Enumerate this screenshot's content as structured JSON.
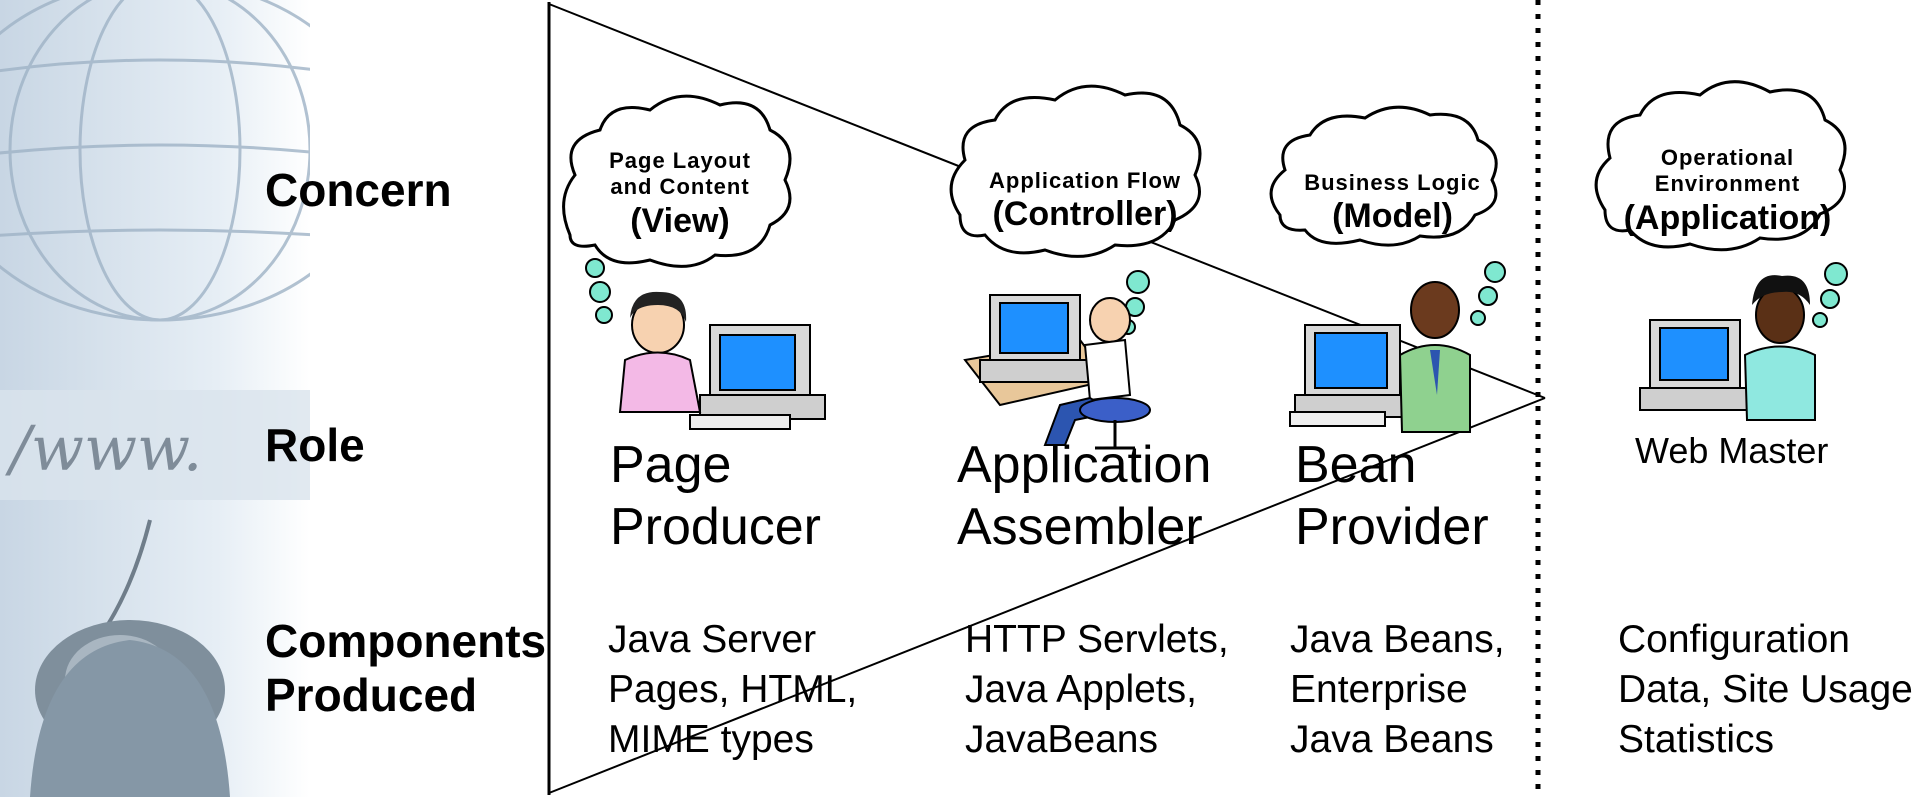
{
  "row_labels": {
    "concern": "Concern",
    "role": "Role",
    "components_line1": "Components",
    "components_line2": "Produced"
  },
  "clouds": [
    {
      "line1": "Page Layout",
      "line2": "and Content",
      "big": "(View)"
    },
    {
      "line1": "Application Flow",
      "line2": "",
      "big": "(Controller)"
    },
    {
      "line1": "Business Logic",
      "line2": "",
      "big": "(Model)"
    },
    {
      "line1": "Operational",
      "line2": "Environment",
      "big": "(Application)"
    }
  ],
  "roles": [
    {
      "line1": "Page",
      "line2": "Producer"
    },
    {
      "line1": "Application",
      "line2": "Assembler"
    },
    {
      "line1": "Bean",
      "line2": "Provider"
    },
    {
      "line1": "Web Master",
      "line2": ""
    }
  ],
  "components": [
    {
      "line1": "Java Server",
      "line2": "Pages, HTML,",
      "line3": "MIME types"
    },
    {
      "line1": "HTTP Servlets,",
      "line2": "Java Applets,",
      "line3": "JavaBeans"
    },
    {
      "line1": "Java Beans,",
      "line2": "Enterprise",
      "line3": "Java Beans"
    },
    {
      "line1": "Configuration",
      "line2": "Data, Site Usage",
      "line3": "Statistics"
    }
  ],
  "colors": {
    "bubble": "#7fe8d0",
    "monitor_screen": "#1e90ff",
    "person1_shirt": "#f3b9e6",
    "person3_shirt": "#8fd18f",
    "person4_shirt": "#8fe8e0"
  }
}
